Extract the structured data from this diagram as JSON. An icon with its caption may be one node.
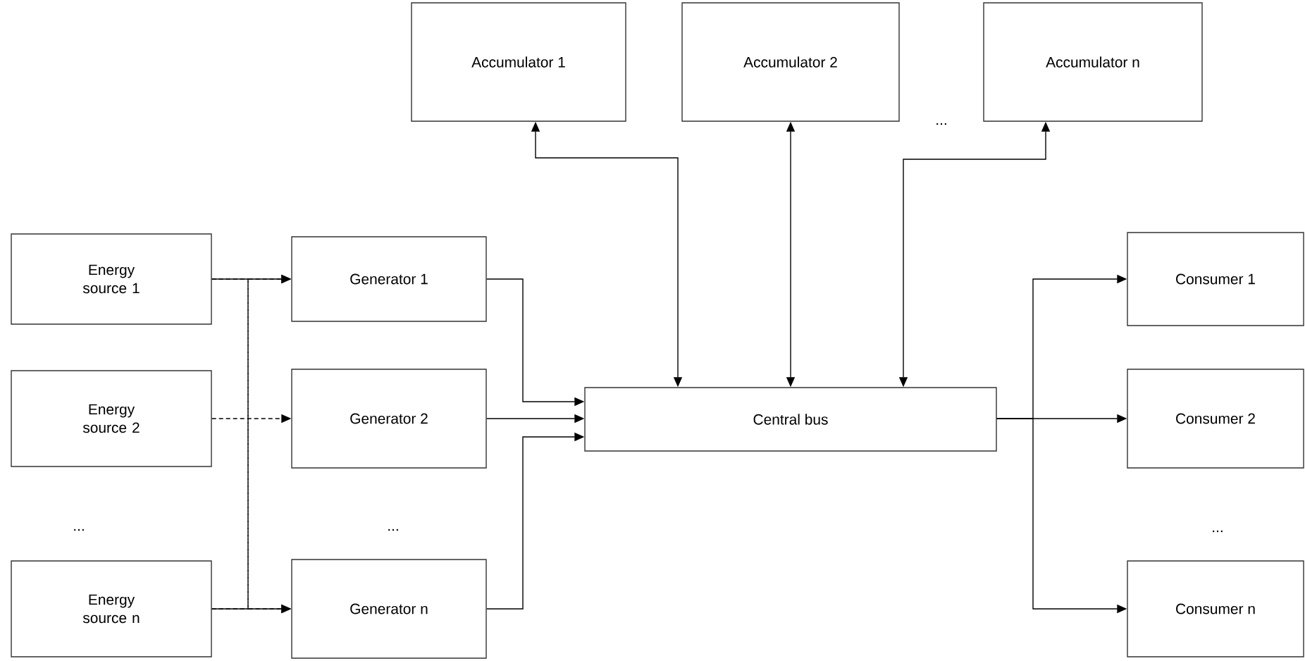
{
  "diagram": {
    "nodes": [
      {
        "text": [
          "Accumulator 1"
        ]
      },
      {
        "text": [
          "Accumulator 2"
        ]
      },
      {
        "text": [
          "Accumulator n"
        ]
      },
      {
        "text": [
          "Energy source 1"
        ]
      },
      {
        "text": [
          "Energy source 2"
        ]
      },
      {
        "text": [
          "Energy source n"
        ]
      },
      {
        "text": [
          "Generator 1"
        ]
      },
      {
        "text": [
          "Generator 2"
        ]
      },
      {
        "text": [
          "Generator n"
        ]
      },
      {
        "text": [
          "Central bus"
        ]
      },
      {
        "text": [
          "Consumer 1"
        ]
      },
      {
        "text": [
          "Consumer 2"
        ]
      },
      {
        "text": [
          "Consumer n"
        ]
      }
    ],
    "edges": [
      {
        "from": 3,
        "to": 6,
        "arrow": "to"
      },
      {
        "from": 4,
        "to": 7,
        "arrow": "to",
        "style": "dashed"
      },
      {
        "from": 5,
        "to": 8,
        "arrow": "to"
      },
      {
        "from": 3,
        "to": 8,
        "arrow": "to",
        "style": "dashed"
      },
      {
        "from": 5,
        "to": 6,
        "arrow": "to",
        "style": "dashed"
      },
      {
        "from": 6,
        "to": 9,
        "arrow": "to"
      },
      {
        "from": 7,
        "to": 9,
        "arrow": "to"
      },
      {
        "from": 8,
        "to": 9,
        "arrow": "to"
      },
      {
        "from": 0,
        "to": 9,
        "arrow": "both"
      },
      {
        "from": 1,
        "to": 9,
        "arrow": "both"
      },
      {
        "from": 2,
        "to": 9,
        "arrow": "both"
      },
      {
        "from": 9,
        "to": 10,
        "arrow": "to"
      },
      {
        "from": 9,
        "to": 11,
        "arrow": "to"
      },
      {
        "from": 9,
        "to": 12,
        "arrow": "to"
      }
    ],
    "labels": [
      "...",
      "...",
      "...",
      "..."
    ]
  }
}
